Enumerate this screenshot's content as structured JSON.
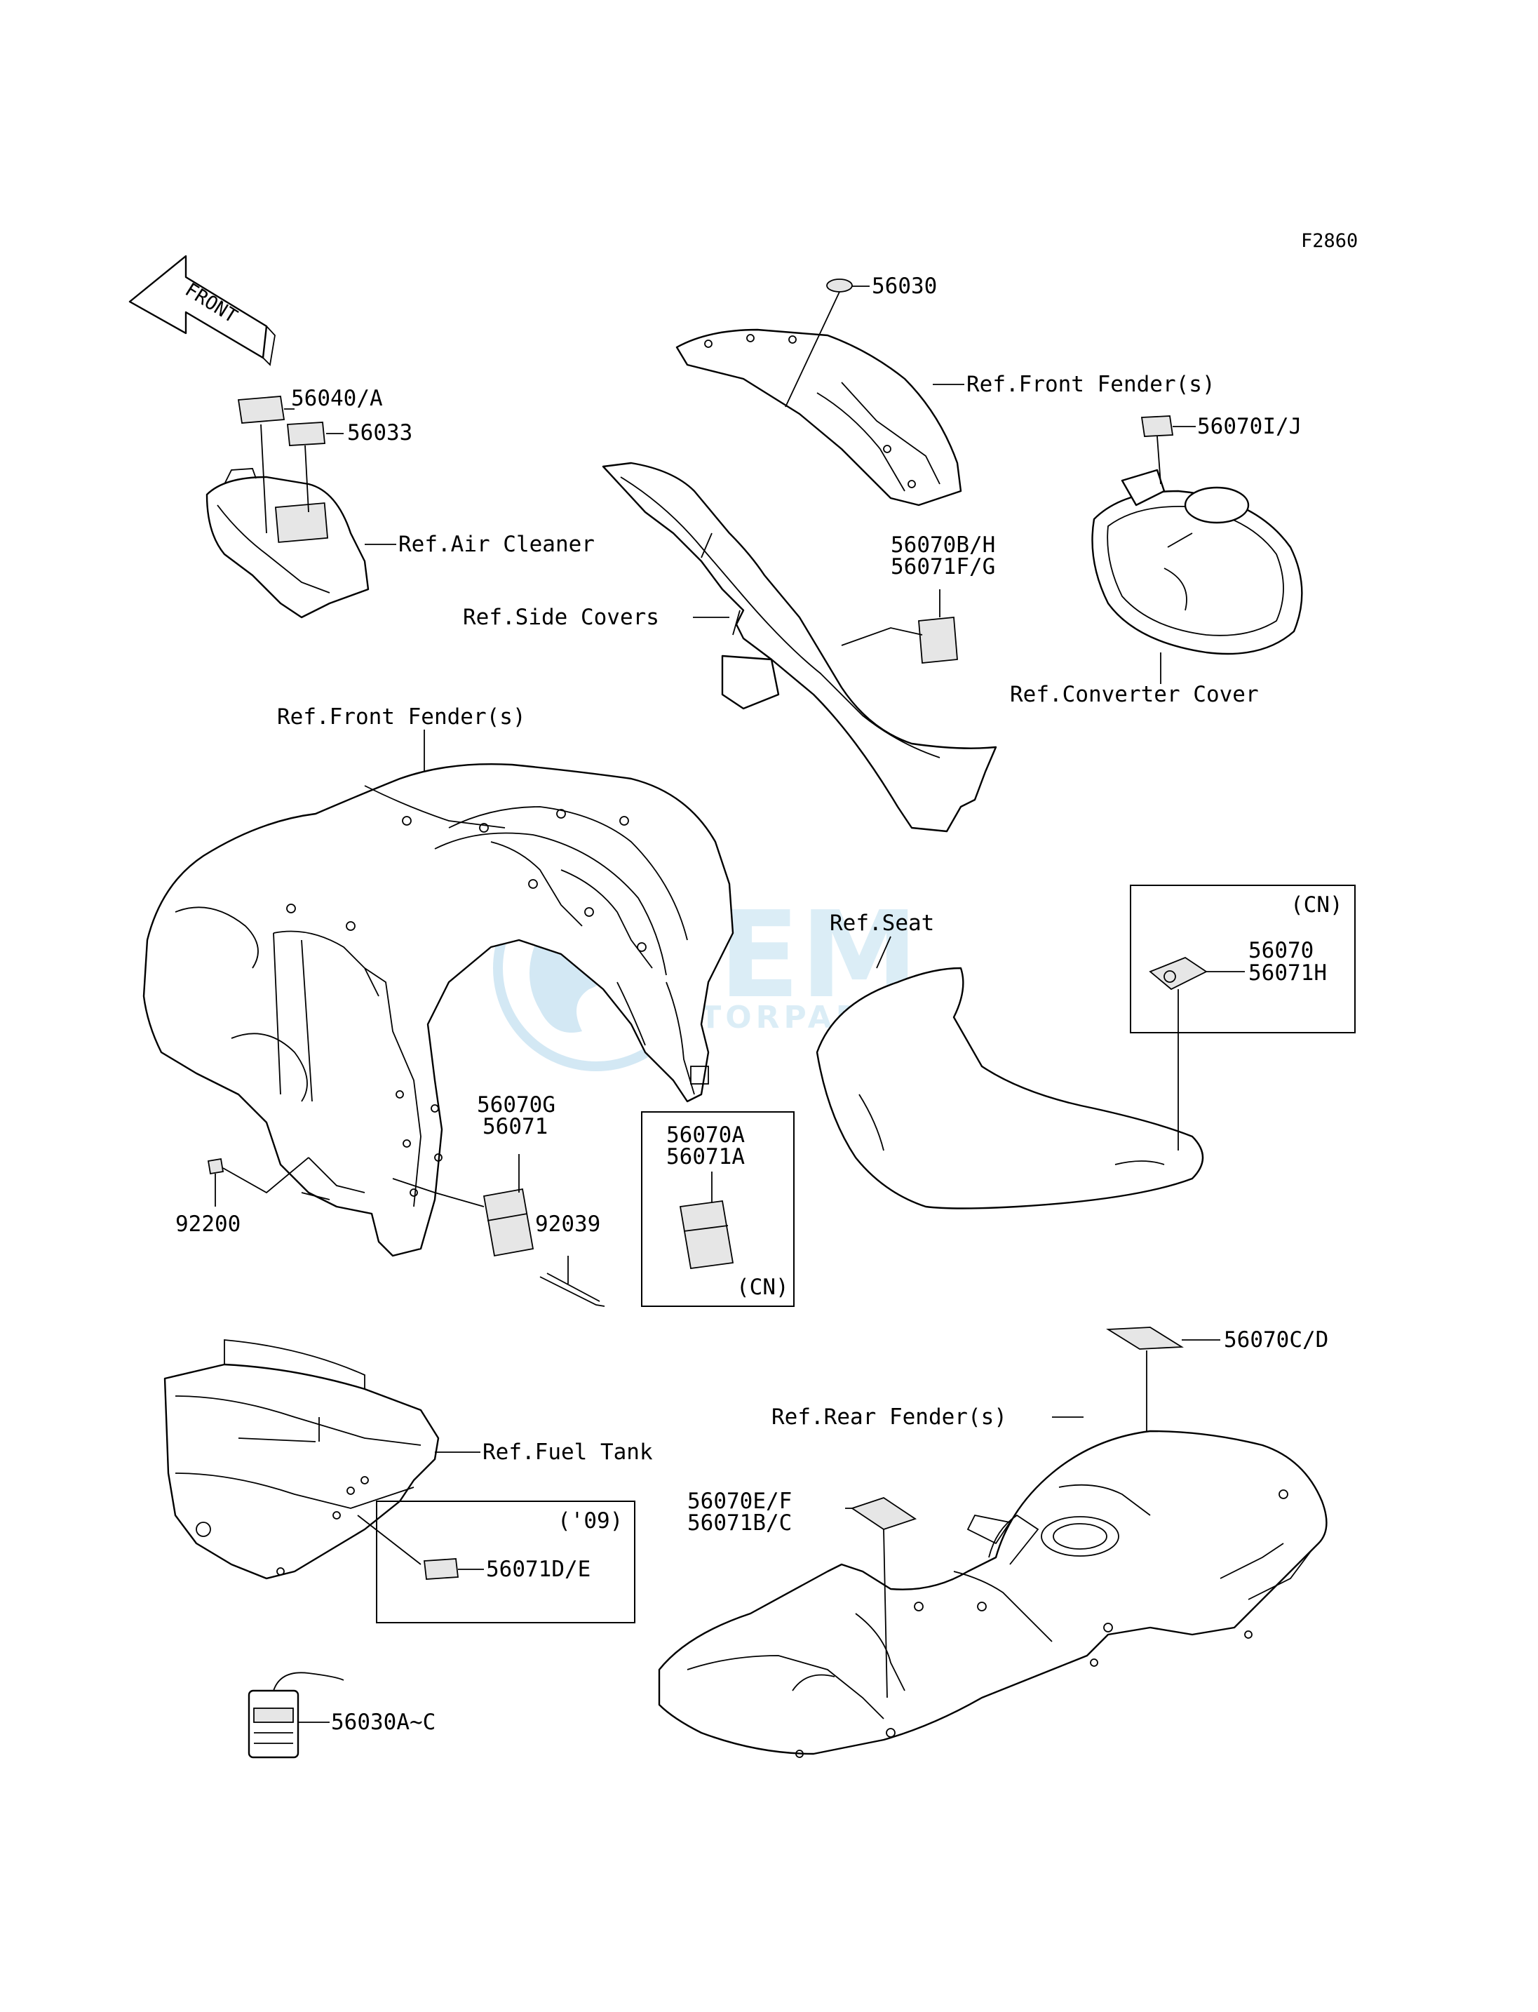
{
  "figure_code": "F2860",
  "direction": "FRONT",
  "watermark": {
    "brand": "OEM",
    "sub": "MOTORPARTS"
  },
  "labels": {
    "p56030": "56030",
    "ref_front_fender_top": "Ref.Front Fender(s)",
    "p56040": "56040/A",
    "p56033": "56033",
    "ref_air_cleaner": "Ref.Air Cleaner",
    "p56070ij": "56070I/J",
    "p56070bh": "56070B/H",
    "p56071fg": "56071F/G",
    "ref_side_covers": "Ref.Side Covers",
    "ref_converter_cover": "Ref.Converter Cover",
    "ref_front_fender_main": "Ref.Front Fender(s)",
    "ref_seat": "Ref.Seat",
    "cn_1": "(CN)",
    "p56070": "56070",
    "p56071h": "56071H",
    "p56070g": "56070G",
    "p56071": "56071",
    "p56070a": "56070A",
    "p56071a": "56071A",
    "cn_2": "(CN)",
    "p92200": "92200",
    "p92039": "92039",
    "p56070cd": "56070C/D",
    "ref_rear_fender": "Ref.Rear Fender(s)",
    "ref_fuel_tank": "Ref.Fuel Tank",
    "y09": "('09)",
    "p56071de": "56071D/E",
    "p56070ef": "56070E/F",
    "p56071bc": "56071B/C",
    "p56030ac": "56030A~C"
  }
}
